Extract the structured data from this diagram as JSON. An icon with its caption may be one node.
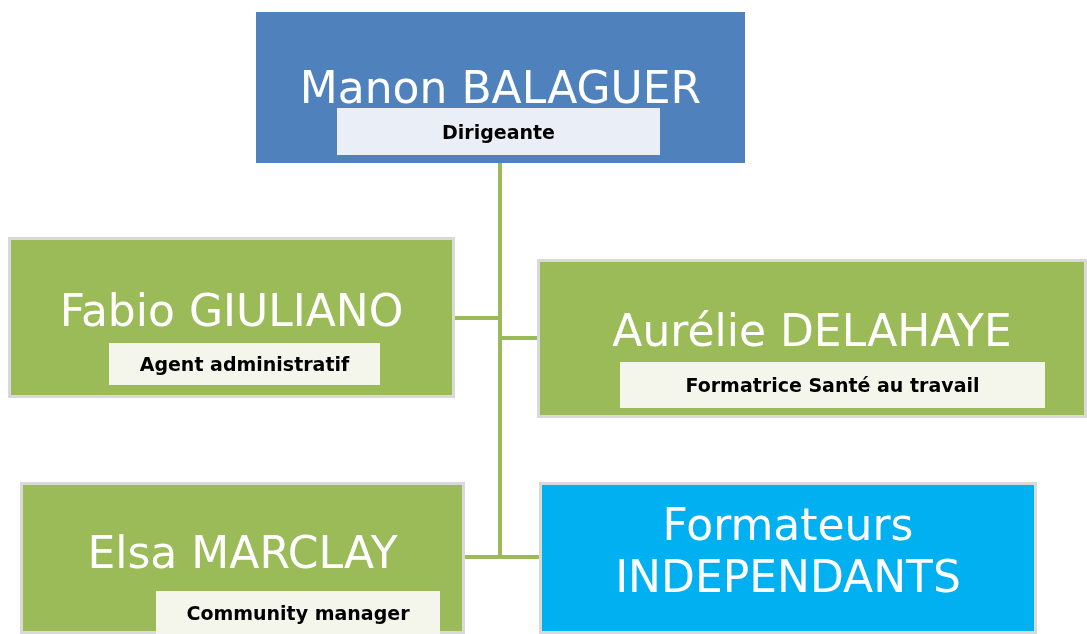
{
  "diagram": {
    "nodes": [
      {
        "text": [
          "Manon BALAGUER",
          "Dirigeante"
        ]
      },
      {
        "text": [
          "Fabio GIULIANO",
          "Agent administratif"
        ]
      },
      {
        "text": [
          "Aurélie DELAHAYE",
          "Formatrice Santé au travail"
        ]
      },
      {
        "text": [
          "Elsa MARCLAY",
          "Community manager"
        ]
      },
      {
        "text": [
          "Formateurs INDEPENDANTS"
        ]
      }
    ],
    "edges": [
      {
        "from": 0,
        "to": 1,
        "arrow": "none"
      },
      {
        "from": 0,
        "to": 2,
        "arrow": "none"
      },
      {
        "from": 0,
        "to": 3,
        "arrow": "none"
      },
      {
        "from": 0,
        "to": 4,
        "arrow": "none"
      }
    ]
  }
}
